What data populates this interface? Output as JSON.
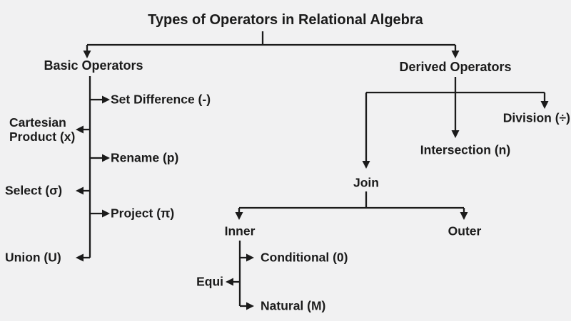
{
  "page": {
    "background_color": "#f1f1f2",
    "line_color": "#1b1b1b",
    "text_color": "#1b1b1b"
  },
  "diagram": {
    "title": "Types of Operators in Relational Algebra",
    "labels": {
      "basic_operators": "Basic Operators",
      "derived_operators": "Derived Operators",
      "set_difference": "Set Difference (-)",
      "cartesian_product": "Cartesian Product (x)",
      "rename": "Rename (p)",
      "select": "Select (σ)",
      "project": "Project (π)",
      "union": "Union (U)",
      "division": "Division (÷)",
      "intersection": "Intersection (n)",
      "join": "Join",
      "inner": "Inner",
      "outer": "Outer",
      "conditional": "Conditional (0)",
      "equi": "Equi",
      "natural": "Natural (M)"
    },
    "hierarchy": {
      "root": "Types of Operators in Relational Algebra",
      "children": [
        {
          "label": "Basic Operators",
          "children": [
            {
              "label": "Set Difference (-)",
              "side": "right"
            },
            {
              "label": "Cartesian Product (x)",
              "side": "left"
            },
            {
              "label": "Rename (p)",
              "side": "right"
            },
            {
              "label": "Select (σ)",
              "side": "left"
            },
            {
              "label": "Project (π)",
              "side": "right"
            },
            {
              "label": "Union (U)",
              "side": "left"
            }
          ]
        },
        {
          "label": "Derived Operators",
          "children": [
            {
              "label": "Division (÷)",
              "side": "right"
            },
            {
              "label": "Intersection (n)",
              "side": "center"
            },
            {
              "label": "Join",
              "side": "left",
              "children": [
                {
                  "label": "Inner",
                  "children": [
                    {
                      "label": "Conditional (0)",
                      "side": "right"
                    },
                    {
                      "label": "Equi",
                      "side": "left"
                    },
                    {
                      "label": "Natural (M)",
                      "side": "right"
                    }
                  ]
                },
                {
                  "label": "Outer"
                }
              ]
            }
          ]
        }
      ]
    }
  }
}
